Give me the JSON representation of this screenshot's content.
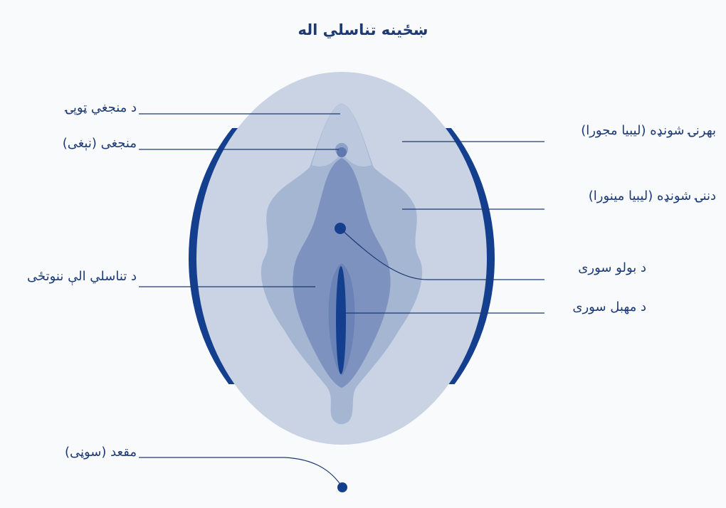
{
  "title": "ښځینه تناسلي اله",
  "labels": {
    "clitoral_hood": "د منجغي ټوپۍ",
    "clitoris": "منجغی (نېغی)",
    "labia_majora": "بهرنۍ شونډه (لیبیا مجورا)",
    "labia_minora": "دننۍ شونډه (لیبیا مینورا)",
    "urethral_opening": "د بولو سوری",
    "vulva_vestibule": "د تناسلي الې ننوتځی",
    "vaginal_opening": "د مهبل سوری",
    "anus": "مقعد (سوڼی)"
  },
  "colors": {
    "outer": "#c9d3e4",
    "middle": "#a5b6d2",
    "inner": "#7d92bf",
    "inner_dark": "#5f78b0",
    "accent": "#143f8f",
    "line": "#1d3a74",
    "background": "#f9fafc"
  }
}
